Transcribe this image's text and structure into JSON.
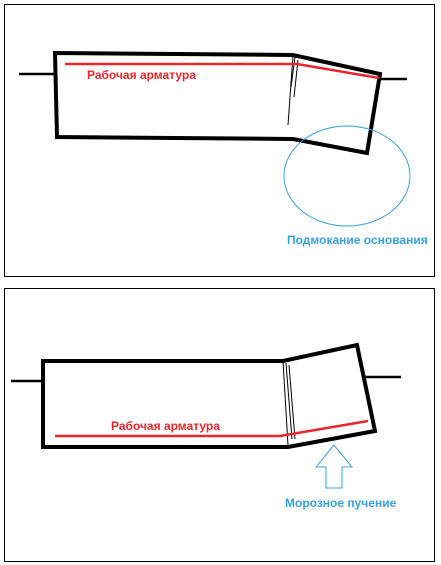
{
  "colors": {
    "rebar": "#e8262d",
    "outline": "#000000",
    "annotation": "#3aa0dc"
  },
  "top_panel": {
    "rebar_label": "Рабочая арматура",
    "annotation_label": "Подмокание основания",
    "annotation_shape": "ellipse"
  },
  "bottom_panel": {
    "rebar_label": "Рабочая арматура",
    "annotation_label": "Морозное пучение",
    "annotation_shape": "up-arrow"
  }
}
